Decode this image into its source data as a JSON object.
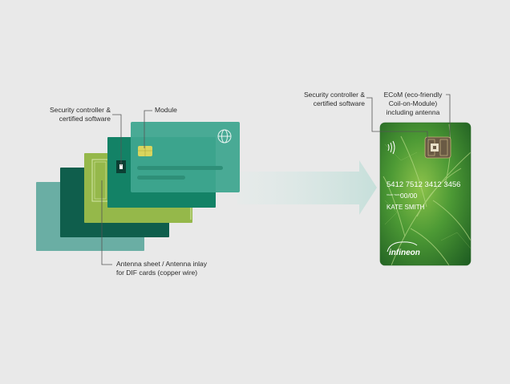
{
  "labels": {
    "security_left": "Security controller &\ncertified software",
    "module": "Module",
    "antenna": "Antenna sheet / Antenna inlay\nfor DIF cards (copper wire)",
    "security_right": "Security controller &\ncertified software",
    "ecom": "ECoM (eco-friendly\nCoil-on-Module)\nincluding antenna"
  },
  "card": {
    "number": "5412  7512  3412  3456",
    "valid_thru": "VALID THRU",
    "expiry": "00/00",
    "holder": "KATE SMITH",
    "brand": "infineon"
  },
  "colors": {
    "background": "#e9e9e9",
    "layer_back": "#6aaea4",
    "layer_dark": "#0f5e4c",
    "layer_lime": "#95b84a",
    "layer_green": "#138266",
    "layer_front": "#3fa68f",
    "arrow": "#cfe4e0",
    "leaf": "#3c8b2e"
  },
  "icons": {
    "globe": "globe-icon",
    "contactless": "contactless-icon",
    "chip": "chip-icon"
  }
}
